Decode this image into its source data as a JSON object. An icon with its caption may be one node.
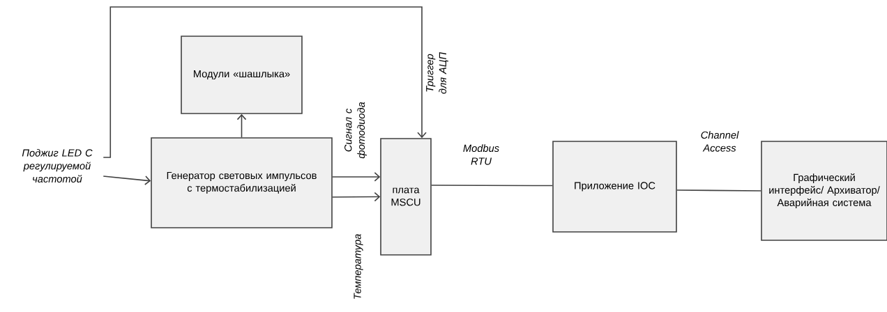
{
  "diagram": {
    "nodes": [
      {
        "text": [
          "Поджиг LED С регулируемой частотой"
        ]
      },
      {
        "text": [
          "Модули «шашлыка»"
        ]
      },
      {
        "text": [
          "Генератор световых импульсов с термостабилизацией"
        ]
      },
      {
        "text": [
          "плата MSCU"
        ]
      },
      {
        "text": [
          "Приложение IOC"
        ]
      },
      {
        "text": [
          "Графический интерфейс/ Архиватор/ Аварийная система"
        ]
      }
    ],
    "edges": [
      {
        "from": 0,
        "to": 2,
        "arrow": "to"
      },
      {
        "from": 0,
        "to": 3,
        "arrow": "to",
        "label": "Триггер для АЦП"
      },
      {
        "from": 2,
        "to": 1,
        "arrow": "to"
      },
      {
        "from": 2,
        "to": 3,
        "arrow": "to",
        "label": "Сигнал с фотодиода"
      },
      {
        "from": 2,
        "to": 3,
        "arrow": "to",
        "label": "Температура"
      },
      {
        "from": 3,
        "to": 4,
        "arrow": "none",
        "label": "Modbus RTU"
      },
      {
        "from": 4,
        "to": 5,
        "arrow": "none",
        "label": "Channel Access"
      }
    ]
  }
}
